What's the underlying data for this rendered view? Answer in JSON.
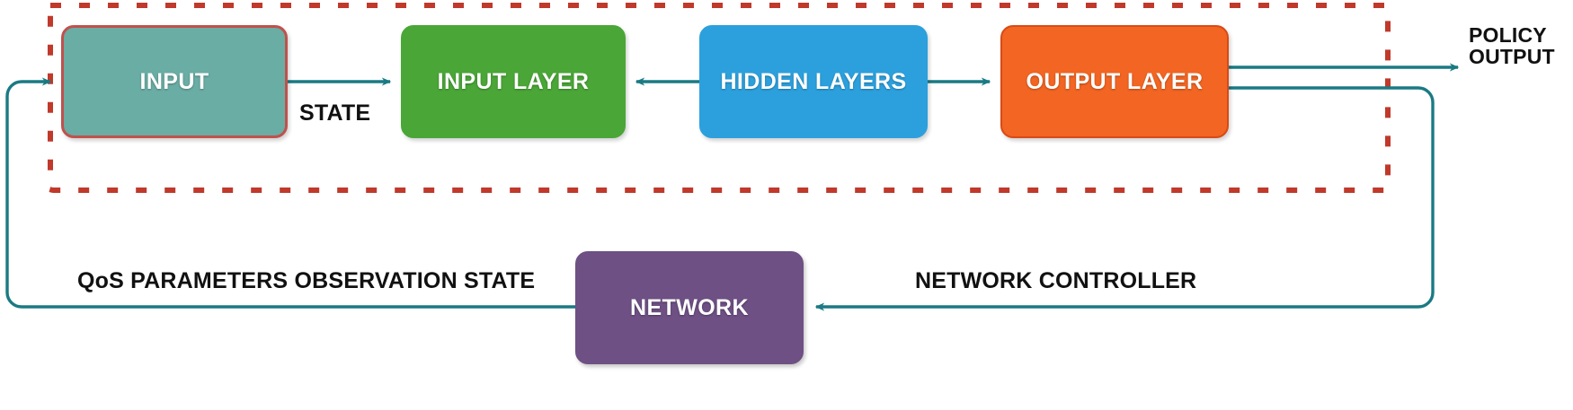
{
  "diagram": {
    "title": "Reinforcement learning based network controller loop",
    "nodes": {
      "input": "INPUT",
      "input_layer": "INPUT LAYER",
      "hidden_layers": "HIDDEN LAYERS",
      "output_layer": "OUTPUT LAYER",
      "network": "NETWORK"
    },
    "edge_labels": {
      "state": "STATE",
      "policy_output": "POLICY\nOUTPUT",
      "qos": "QoS PARAMETERS OBSERVATION STATE",
      "network_controller": "NETWORK CONTROLLER"
    },
    "group": {
      "name": "agent-dashed-boundary",
      "style": "dotted",
      "color": "#c0392b"
    },
    "colors": {
      "input": "#69ada4",
      "input_border": "#c0514c",
      "input_layer": "#4aa637",
      "hidden_layers": "#2ca0dd",
      "output_layer": "#f26522",
      "output_layer_border": "#d94a16",
      "network": "#6e5084",
      "connector": "#1a7a84",
      "dotted_boundary": "#c0392b",
      "label_text": "#111111",
      "node_text": "#ffffff",
      "background": "#ffffff"
    }
  }
}
